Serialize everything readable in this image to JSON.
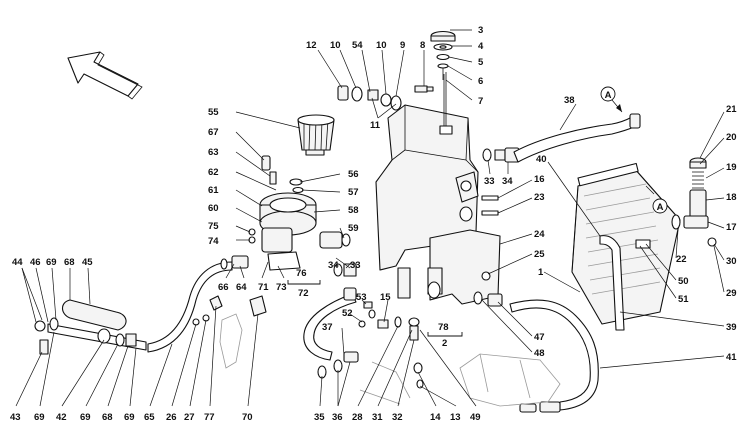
{
  "callouts": [
    {
      "id": "c1",
      "text": "1"
    },
    {
      "id": "c2",
      "text": "2"
    },
    {
      "id": "c3",
      "text": "3"
    },
    {
      "id": "c4",
      "text": "4"
    },
    {
      "id": "c5",
      "text": "5"
    },
    {
      "id": "c6",
      "text": "6"
    },
    {
      "id": "c7",
      "text": "7"
    },
    {
      "id": "c8",
      "text": "8"
    },
    {
      "id": "c9",
      "text": "9"
    },
    {
      "id": "c10a",
      "text": "10"
    },
    {
      "id": "c10b",
      "text": "10"
    },
    {
      "id": "c11",
      "text": "11"
    },
    {
      "id": "c12",
      "text": "12"
    },
    {
      "id": "c13",
      "text": "13"
    },
    {
      "id": "c14",
      "text": "14"
    },
    {
      "id": "c15",
      "text": "15"
    },
    {
      "id": "c16",
      "text": "16"
    },
    {
      "id": "c17",
      "text": "17"
    },
    {
      "id": "c18",
      "text": "18"
    },
    {
      "id": "c19",
      "text": "19"
    },
    {
      "id": "c20",
      "text": "20"
    },
    {
      "id": "c21",
      "text": "21"
    },
    {
      "id": "c22",
      "text": "22"
    },
    {
      "id": "c23",
      "text": "23"
    },
    {
      "id": "c24",
      "text": "24"
    },
    {
      "id": "c25",
      "text": "25"
    },
    {
      "id": "c26",
      "text": "26"
    },
    {
      "id": "c27",
      "text": "27"
    },
    {
      "id": "c28",
      "text": "28"
    },
    {
      "id": "c29",
      "text": "29"
    },
    {
      "id": "c30",
      "text": "30"
    },
    {
      "id": "c31",
      "text": "31"
    },
    {
      "id": "c32",
      "text": "32"
    },
    {
      "id": "c33a",
      "text": "33"
    },
    {
      "id": "c33b",
      "text": "33"
    },
    {
      "id": "c34a",
      "text": "34"
    },
    {
      "id": "c34b",
      "text": "34"
    },
    {
      "id": "c35",
      "text": "35"
    },
    {
      "id": "c36",
      "text": "36"
    },
    {
      "id": "c37",
      "text": "37"
    },
    {
      "id": "c38",
      "text": "38"
    },
    {
      "id": "c39",
      "text": "39"
    },
    {
      "id": "c40",
      "text": "40"
    },
    {
      "id": "c41",
      "text": "41"
    },
    {
      "id": "c42",
      "text": "42"
    },
    {
      "id": "c43",
      "text": "43"
    },
    {
      "id": "c44",
      "text": "44"
    },
    {
      "id": "c45",
      "text": "45"
    },
    {
      "id": "c46",
      "text": "46"
    },
    {
      "id": "c47",
      "text": "47"
    },
    {
      "id": "c48",
      "text": "48"
    },
    {
      "id": "c49",
      "text": "49"
    },
    {
      "id": "c50",
      "text": "50"
    },
    {
      "id": "c51",
      "text": "51"
    },
    {
      "id": "c52",
      "text": "52"
    },
    {
      "id": "c53",
      "text": "53"
    },
    {
      "id": "c54",
      "text": "54"
    },
    {
      "id": "c55",
      "text": "55"
    },
    {
      "id": "c56",
      "text": "56"
    },
    {
      "id": "c57",
      "text": "57"
    },
    {
      "id": "c58",
      "text": "58"
    },
    {
      "id": "c59",
      "text": "59"
    },
    {
      "id": "c60",
      "text": "60"
    },
    {
      "id": "c61",
      "text": "61"
    },
    {
      "id": "c62",
      "text": "62"
    },
    {
      "id": "c63",
      "text": "63"
    },
    {
      "id": "c64",
      "text": "64"
    },
    {
      "id": "c65",
      "text": "65"
    },
    {
      "id": "c66",
      "text": "66"
    },
    {
      "id": "c67",
      "text": "67"
    },
    {
      "id": "c68a",
      "text": "68"
    },
    {
      "id": "c68b",
      "text": "68"
    },
    {
      "id": "c69a",
      "text": "69"
    },
    {
      "id": "c69b",
      "text": "69"
    },
    {
      "id": "c69c",
      "text": "69"
    },
    {
      "id": "c69d",
      "text": "69"
    },
    {
      "id": "c70",
      "text": "70"
    },
    {
      "id": "c71",
      "text": "71"
    },
    {
      "id": "c72",
      "text": "72"
    },
    {
      "id": "c73",
      "text": "73"
    },
    {
      "id": "c74",
      "text": "74"
    },
    {
      "id": "c75",
      "text": "75"
    },
    {
      "id": "c76",
      "text": "76"
    },
    {
      "id": "c77",
      "text": "77"
    },
    {
      "id": "c78",
      "text": "78"
    }
  ],
  "reference_markers": [
    {
      "id": "refA1",
      "text": "A"
    },
    {
      "id": "refA2",
      "text": "A"
    }
  ],
  "colors": {
    "line": "#111111",
    "background": "#ffffff",
    "part_fill": "#f4f4f4"
  },
  "icons": {
    "direction_arrow": "arrow-up-left-icon"
  }
}
